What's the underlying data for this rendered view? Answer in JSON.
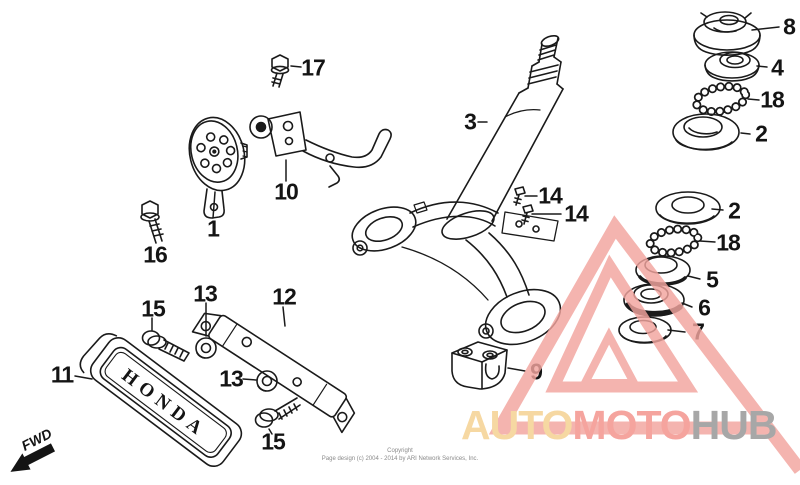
{
  "diagram": {
    "type": "exploded-parts-diagram",
    "part_labels": [
      {
        "text": "17"
      },
      {
        "text": "10"
      },
      {
        "text": "1"
      },
      {
        "text": "16"
      },
      {
        "text": "3"
      },
      {
        "text": "14"
      },
      {
        "text": "14"
      },
      {
        "text": "8"
      },
      {
        "text": "4"
      },
      {
        "text": "18"
      },
      {
        "text": "2"
      },
      {
        "text": "2"
      },
      {
        "text": "18"
      },
      {
        "text": "5"
      },
      {
        "text": "6"
      },
      {
        "text": "7"
      },
      {
        "text": "9"
      },
      {
        "text": "15"
      },
      {
        "text": "13"
      },
      {
        "text": "12"
      },
      {
        "text": "13"
      },
      {
        "text": "15"
      },
      {
        "text": "11"
      }
    ],
    "emblem_text": "HONDA",
    "fwd_label": "FWD",
    "watermark": {
      "segment1": "AUTO",
      "segment2": "MOTO",
      "segment3": "HUB",
      "segment1_color": "#F6D8A2",
      "segment2_color": "#F5A49E",
      "segment3_color": "#A7A7A7",
      "triangle_color": "#F2A49E"
    },
    "footer": {
      "line1": "Copyright",
      "line2": "Page design (c) 2004 - 2014 by ARI Network Services, Inc."
    },
    "colors": {
      "background": "#ffffff",
      "line_art": "#1a1a1a"
    }
  }
}
